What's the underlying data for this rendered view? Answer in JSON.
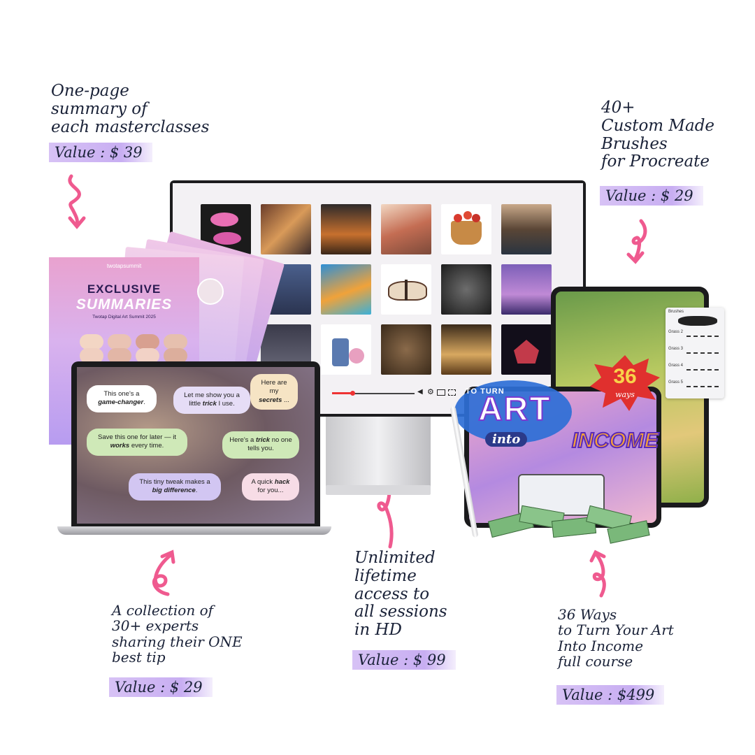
{
  "annotations": {
    "summaries": {
      "lines": [
        "One-page",
        "summary of",
        "each masterclasses"
      ],
      "value": "Value : $ 39"
    },
    "brushes": {
      "lines": [
        "40+",
        "Custom Made",
        "Brushes",
        "for Procreate"
      ],
      "value": "Value : $ 29"
    },
    "experts": {
      "lines": [
        "A collection of",
        "30+ experts",
        "sharing their ONE",
        "best tip"
      ],
      "value": "Value : $ 29"
    },
    "access": {
      "lines": [
        "Unlimited",
        "lifetime",
        "access to",
        "all sessions",
        "in HD"
      ],
      "value": "Value : $ 99"
    },
    "course": {
      "lines": [
        "36 Ways",
        "to Turn Your Art",
        "Into Income",
        "full course"
      ],
      "value": "Value : $499"
    }
  },
  "brochure": {
    "brand": "twotapsummit",
    "title_top": "EXCLUSIVE",
    "title_bottom": "SUMMARIES",
    "subtitle": "Twotap Digital Art Summit 2025"
  },
  "laptop_bubbles": {
    "b1": {
      "pre": "This one's a",
      "em": "game-changer",
      "post": "."
    },
    "b2": {
      "pre": "Let me show you a little",
      "em": "trick",
      "post": "I use."
    },
    "b3": {
      "pre": "Here are my",
      "em": "secrets",
      "post": "..."
    },
    "b4": {
      "pre": "Save this one for later — it",
      "em": "works",
      "post": "every time."
    },
    "b5": {
      "pre": "Here's a",
      "em": "trick",
      "post": "no one tells you."
    },
    "b6": {
      "pre": "This tiny tweak makes a",
      "em": "big difference",
      "post": "."
    },
    "b7": {
      "pre": "A quick",
      "em": "hack",
      "post": "for you..."
    }
  },
  "tablet_course": {
    "line1": "TO TURN",
    "line2": "ART",
    "line3": "into",
    "line4": "INCOME",
    "badge_number": "36",
    "badge_word": "ways"
  },
  "brush_panel": {
    "header": "Brushes",
    "items": [
      "Grass 2",
      "Grass 3",
      "Grass 4",
      "Grass 5"
    ]
  },
  "colors": {
    "accent_arrow": "#ef5a8f",
    "value_highlight": "#c8aef2",
    "ink": "#1a2238"
  }
}
